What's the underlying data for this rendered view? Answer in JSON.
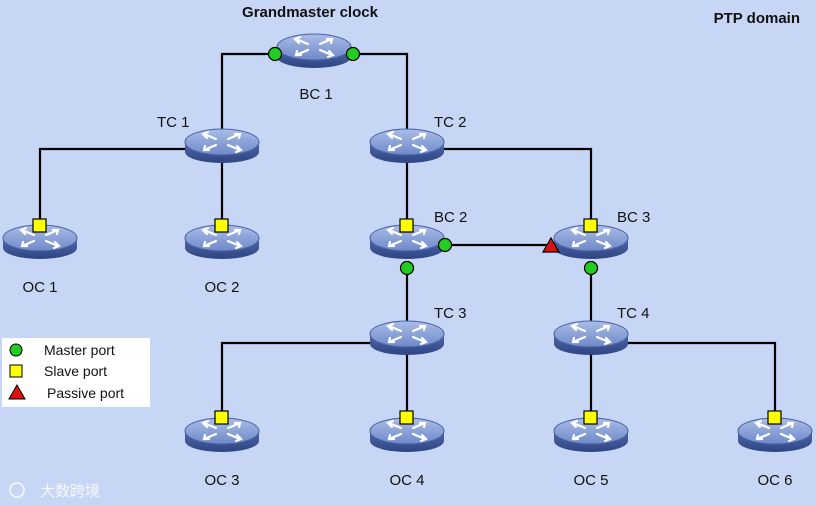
{
  "titles": {
    "grandmaster": "Grandmaster clock",
    "domain": "PTP domain"
  },
  "nodes": [
    {
      "id": "BC1",
      "label": "BC 1"
    },
    {
      "id": "TC1",
      "label": "TC 1"
    },
    {
      "id": "TC2",
      "label": "TC 2"
    },
    {
      "id": "OC1",
      "label": "OC 1"
    },
    {
      "id": "OC2",
      "label": "OC 2"
    },
    {
      "id": "BC2",
      "label": "BC 2"
    },
    {
      "id": "BC3",
      "label": "BC 3"
    },
    {
      "id": "TC3",
      "label": "TC 3"
    },
    {
      "id": "TC4",
      "label": "TC 4"
    },
    {
      "id": "OC3",
      "label": "OC 3"
    },
    {
      "id": "OC4",
      "label": "OC 4"
    },
    {
      "id": "OC5",
      "label": "OC 5"
    },
    {
      "id": "OC6",
      "label": "OC 6"
    }
  ],
  "legend": {
    "master": "Master port",
    "slave": "Slave port",
    "passive": "Passive port"
  },
  "colors": {
    "background": "#c7d6f4",
    "line": "#000000",
    "master": "#22cc22",
    "slave": "#ffff00",
    "passive": "#dd1111",
    "router_body": "#5c74b4"
  },
  "icons": {
    "device": "router-icon",
    "master": "green-circle",
    "slave": "yellow-square",
    "passive": "red-triangle"
  },
  "watermark": "大数跨境"
}
